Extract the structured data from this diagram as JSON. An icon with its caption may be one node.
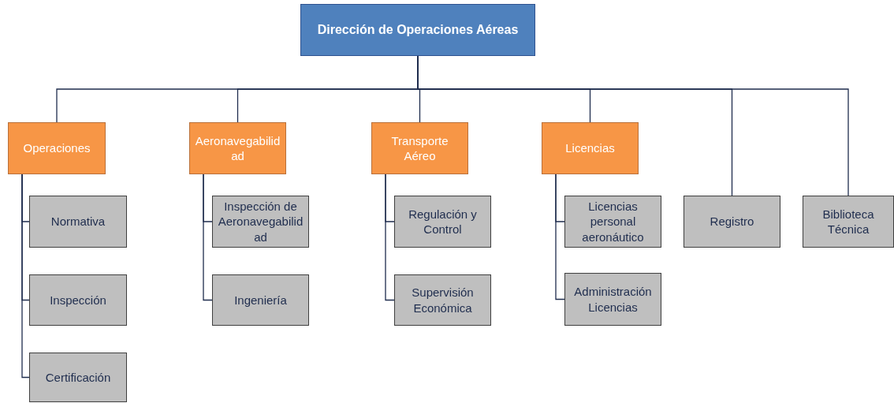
{
  "diagram": {
    "nodes": [
      {
        "text": [
          "Dirección de Operaciones Aéreas"
        ]
      },
      {
        "text": [
          "Operaciones"
        ]
      },
      {
        "text": [
          "Aeronavegabilidad"
        ]
      },
      {
        "text": [
          "Transporte Aéreo"
        ]
      },
      {
        "text": [
          "Licencias"
        ]
      },
      {
        "text": [
          "Normativa"
        ]
      },
      {
        "text": [
          "Inspección"
        ]
      },
      {
        "text": [
          "Certificación"
        ]
      },
      {
        "text": [
          "Inspección de Aeronavegabilidad"
        ]
      },
      {
        "text": [
          "Ingeniería"
        ]
      },
      {
        "text": [
          "Regulación y Control"
        ]
      },
      {
        "text": [
          "Supervisión Económica"
        ]
      },
      {
        "text": [
          "Licencias personal aeronáutico"
        ]
      },
      {
        "text": [
          "Administración Licencias"
        ]
      },
      {
        "text": [
          "Registro"
        ]
      },
      {
        "text": [
          "Biblioteca Técnica"
        ]
      }
    ],
    "edges": [
      {
        "from": 0,
        "to": 1,
        "arrow": "none"
      },
      {
        "from": 0,
        "to": 2,
        "arrow": "none"
      },
      {
        "from": 0,
        "to": 3,
        "arrow": "none"
      },
      {
        "from": 0,
        "to": 4,
        "arrow": "none"
      },
      {
        "from": 0,
        "to": 14,
        "arrow": "none"
      },
      {
        "from": 0,
        "to": 15,
        "arrow": "none"
      },
      {
        "from": 1,
        "to": 5,
        "arrow": "none"
      },
      {
        "from": 1,
        "to": 6,
        "arrow": "none"
      },
      {
        "from": 1,
        "to": 7,
        "arrow": "none"
      },
      {
        "from": 2,
        "to": 8,
        "arrow": "none"
      },
      {
        "from": 2,
        "to": 9,
        "arrow": "none"
      },
      {
        "from": 3,
        "to": 10,
        "arrow": "none"
      },
      {
        "from": 3,
        "to": 11,
        "arrow": "none"
      },
      {
        "from": 4,
        "to": 12,
        "arrow": "none"
      },
      {
        "from": 4,
        "to": 13,
        "arrow": "none"
      }
    ]
  }
}
